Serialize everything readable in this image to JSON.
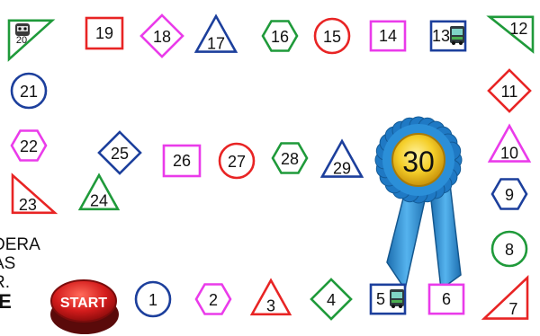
{
  "board": {
    "start_label": "START",
    "goal_number": "30",
    "side_text_lines": [
      "DERA",
      "AS",
      "R.",
      "IE"
    ],
    "spaces": [
      {
        "n": "1",
        "shape": "circle",
        "color": "#1c3f9c"
      },
      {
        "n": "2",
        "shape": "hexagon",
        "color": "#ea3bea"
      },
      {
        "n": "3",
        "shape": "triangle",
        "color": "#e82424"
      },
      {
        "n": "4",
        "shape": "diamond",
        "color": "#1f9a3a"
      },
      {
        "n": "5",
        "shape": "square",
        "color": "#1c3f9c",
        "icon": "bus"
      },
      {
        "n": "6",
        "shape": "square",
        "color": "#ea3bea"
      },
      {
        "n": "7",
        "shape": "triangle",
        "color": "#e82424"
      },
      {
        "n": "8",
        "shape": "circle",
        "color": "#1f9a3a"
      },
      {
        "n": "9",
        "shape": "hexagon",
        "color": "#1c3f9c"
      },
      {
        "n": "10",
        "shape": "triangle",
        "color": "#ea3bea"
      },
      {
        "n": "11",
        "shape": "diamond",
        "color": "#e82424"
      },
      {
        "n": "12",
        "shape": "triangle",
        "color": "#1f9a3a"
      },
      {
        "n": "13",
        "shape": "square",
        "color": "#1c3f9c",
        "icon": "bus"
      },
      {
        "n": "14",
        "shape": "square",
        "color": "#ea3bea"
      },
      {
        "n": "15",
        "shape": "circle",
        "color": "#e82424"
      },
      {
        "n": "16",
        "shape": "hexagon",
        "color": "#1f9a3a"
      },
      {
        "n": "17",
        "shape": "triangle",
        "color": "#1c3f9c"
      },
      {
        "n": "18",
        "shape": "diamond",
        "color": "#ea3bea"
      },
      {
        "n": "19",
        "shape": "square",
        "color": "#e82424"
      },
      {
        "n": "20",
        "shape": "triangle",
        "color": "#1f9a3a",
        "icon": "robot"
      },
      {
        "n": "21",
        "shape": "circle",
        "color": "#1c3f9c"
      },
      {
        "n": "22",
        "shape": "hexagon",
        "color": "#ea3bea"
      },
      {
        "n": "23",
        "shape": "triangle",
        "color": "#e82424"
      },
      {
        "n": "24",
        "shape": "triangle",
        "color": "#1f9a3a"
      },
      {
        "n": "25",
        "shape": "diamond",
        "color": "#1c3f9c"
      },
      {
        "n": "26",
        "shape": "square",
        "color": "#ea3bea"
      },
      {
        "n": "27",
        "shape": "circle",
        "color": "#e82424"
      },
      {
        "n": "28",
        "shape": "hexagon",
        "color": "#1f9a3a"
      },
      {
        "n": "29",
        "shape": "triangle",
        "color": "#1c3f9c"
      }
    ]
  },
  "colors": {
    "blue": "#1c3f9c",
    "magenta": "#ea3bea",
    "red": "#e82424",
    "green": "#1f9a3a",
    "gold": "#f2c21c",
    "ribbon_blue": "#2a8fd6",
    "start_red": "#d21c1c"
  }
}
